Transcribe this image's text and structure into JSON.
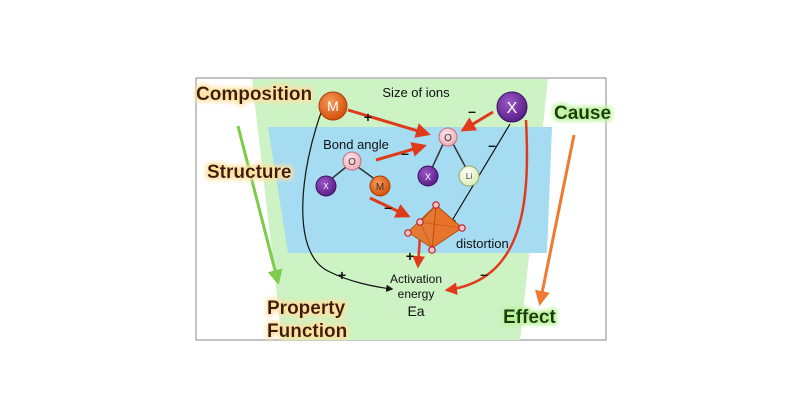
{
  "labels": {
    "composition": "Composition",
    "structure": "Structure",
    "property": "Property",
    "function": "Function",
    "cause": "Cause",
    "effect": "Effect",
    "size_of_ions": "Size of ions",
    "bond_angle": "Bond angle",
    "distortion": "distortion",
    "activation": "Activation",
    "energy": "energy",
    "ea": "Ea"
  },
  "atoms": {
    "m_large": "M",
    "x_large": "X",
    "o_top": "O",
    "x_mid": "X",
    "li": "Li",
    "o_left": "O",
    "x_left": "X",
    "m_small": "M"
  },
  "signs": {
    "m_to_o": "+",
    "x_to_o": "–",
    "bond_angle": "–",
    "x_to_distortion": "–",
    "angle_to_distortion": "–",
    "distortion_to_ea": "+",
    "m_to_ea": "+",
    "x_to_ea": "–"
  },
  "colors": {
    "label_fill": "#3a1e0a",
    "label_glow_warm": "#ffe0a0",
    "label_glow_green": "#b9f39a",
    "trapezoid": "#cdf2c3",
    "band": "#a6dcf2",
    "m_atom": "#e8641c",
    "x_atom": "#6a2c9a",
    "o_atom": "#f7c3cc",
    "li_atom": "#f0f7d8",
    "arrow_red": "#e03a1a",
    "arrow_green": "#7ccb4a",
    "arrow_orange": "#ef7a32"
  }
}
